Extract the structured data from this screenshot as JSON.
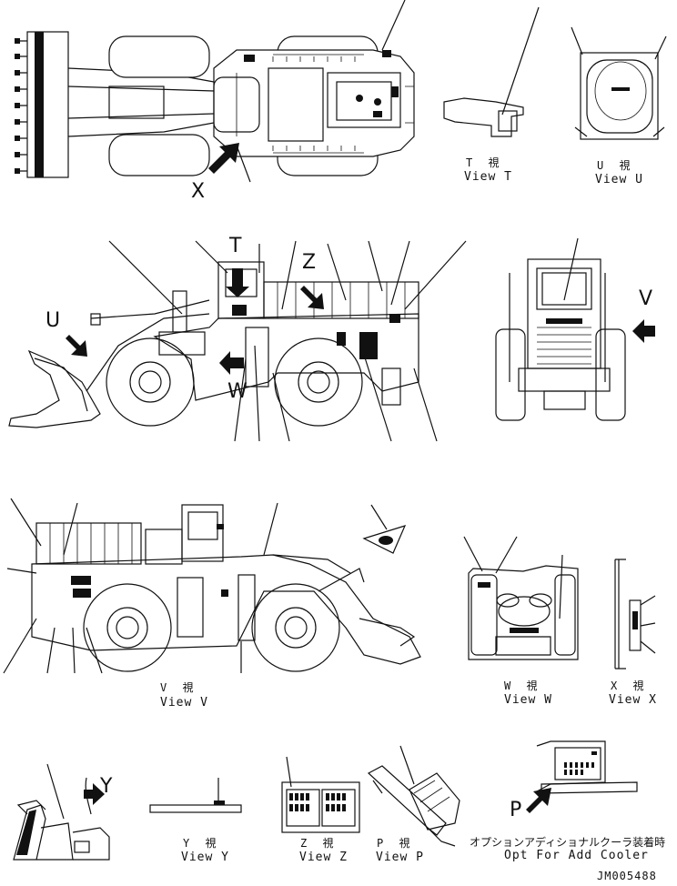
{
  "views": {
    "t": {
      "jp": "T 視",
      "en": "View T"
    },
    "u": {
      "jp": "U 視",
      "en": "View U"
    },
    "v": {
      "jp": "V 視",
      "en": "View V"
    },
    "w": {
      "jp": "W 視",
      "en": "View W"
    },
    "x": {
      "jp": "X 視",
      "en": "View X"
    },
    "y": {
      "jp": "Y 視",
      "en": "View Y"
    },
    "z": {
      "jp": "Z 視",
      "en": "View Z"
    },
    "p": {
      "jp": "P 視",
      "en": "View P"
    }
  },
  "arrow_letters": {
    "x": "X",
    "t": "T",
    "z": "Z",
    "u": "U",
    "w": "W",
    "v": "V",
    "y": "Y",
    "p": "P"
  },
  "option_note": {
    "jp": "オプションアディショナルクーラ装着時",
    "en": "Opt For Add Cooler"
  },
  "drawing_number": "JM005488"
}
